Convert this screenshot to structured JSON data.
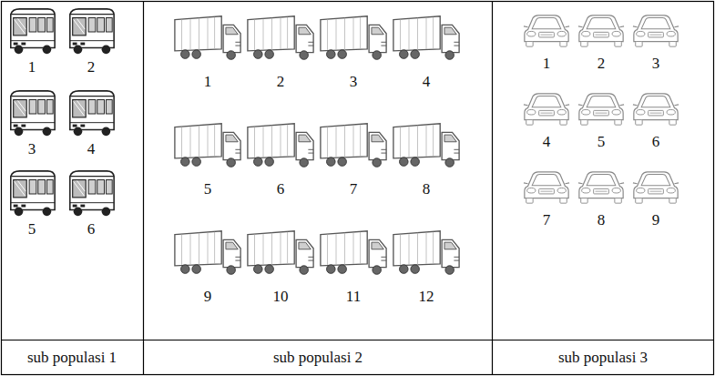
{
  "diagram": {
    "labels": [
      "1",
      "2",
      "3",
      "4",
      "5",
      "6",
      "1",
      "2",
      "3",
      "4",
      "5",
      "6",
      "7",
      "8",
      "9",
      "10",
      "11",
      "12",
      "1",
      "2",
      "3",
      "4",
      "5",
      "6",
      "7",
      "8",
      "9",
      "sub populasi 1",
      "sub populasi 2",
      "sub populasi 3"
    ]
  }
}
